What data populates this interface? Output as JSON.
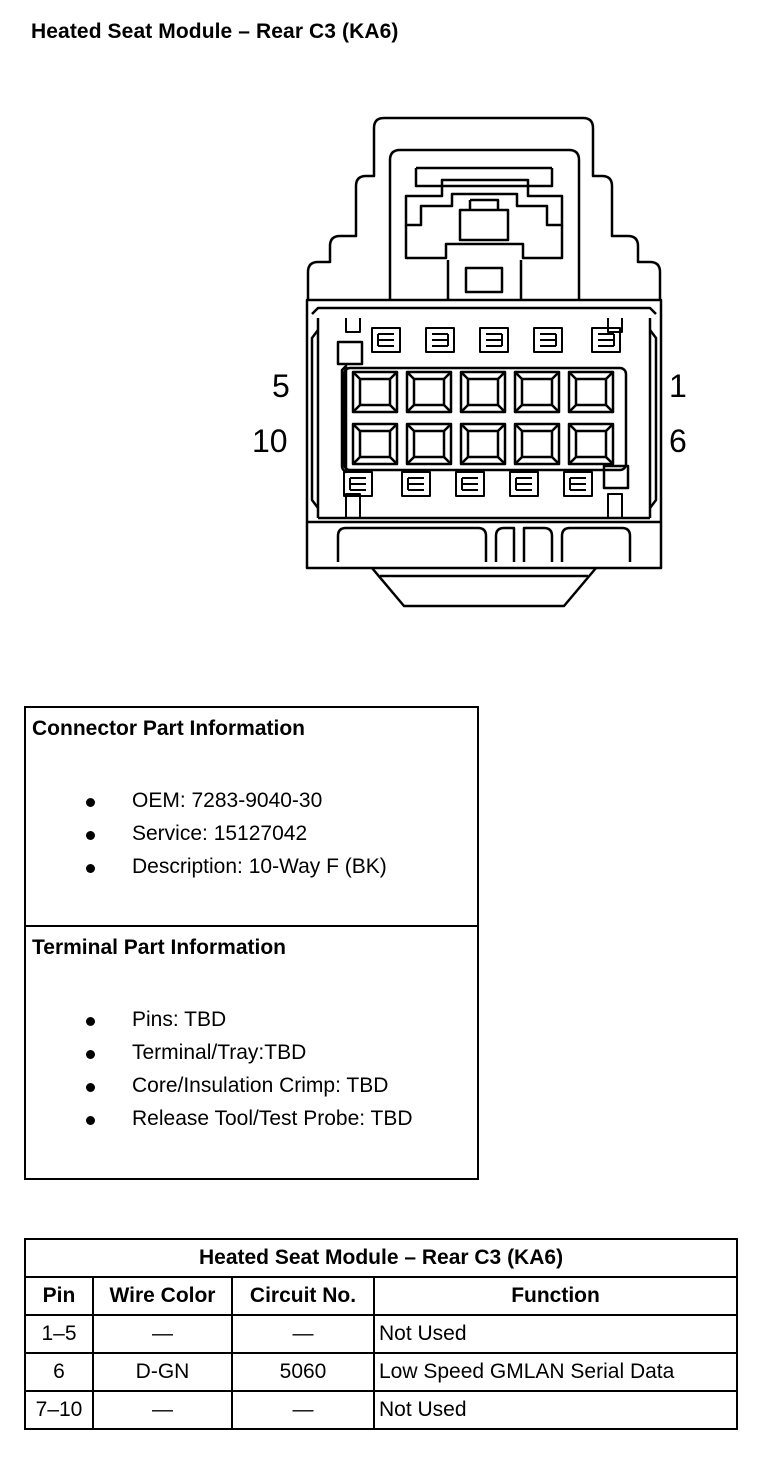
{
  "title": "Heated Seat Module – Rear C3 (KA6)",
  "connector_view": {
    "pin_labels": {
      "top_left": "5",
      "top_right": "1",
      "bottom_left": "10",
      "bottom_right": "6"
    }
  },
  "connector_info": {
    "heading": "Connector Part Information",
    "items": [
      "OEM: 7283-9040-30",
      "Service: 15127042",
      "Description: 10-Way F (BK)"
    ]
  },
  "terminal_info": {
    "heading": "Terminal Part Information",
    "items": [
      "Pins: TBD",
      "Terminal/Tray:TBD",
      "Core/Insulation Crimp: TBD",
      "Release Tool/Test Probe: TBD"
    ]
  },
  "pin_table": {
    "caption": "Heated Seat Module – Rear C3 (KA6)",
    "headers": [
      "Pin",
      "Wire Color",
      "Circuit No.",
      "Function"
    ],
    "rows": [
      [
        "1–5",
        "—",
        "—",
        "Not Used"
      ],
      [
        "6",
        "D-GN",
        "5060",
        "Low Speed GMLAN Serial Data"
      ],
      [
        "7–10",
        "—",
        "—",
        "Not Used"
      ]
    ]
  }
}
